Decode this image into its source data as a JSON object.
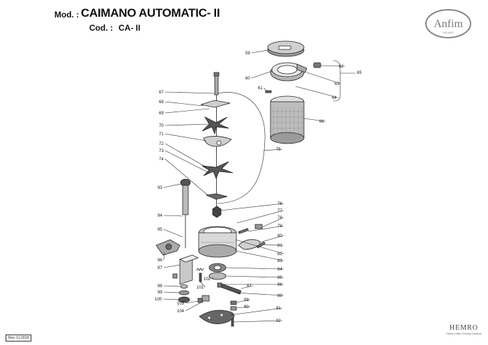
{
  "header": {
    "mod_label": "Mod. :",
    "mod_value": "CAIMANO AUTOMATIC- II",
    "cod_label": "Cod. :",
    "cod_value": "CA- II"
  },
  "logo": {
    "text": "Anfim",
    "sub": "MILANO"
  },
  "footer": {
    "revision": "Rev. 11-2019",
    "hemro": "HEMRO",
    "hemro_tagline": "Global Coffee Grinding Solutions"
  },
  "callouts": [
    "59",
    "60",
    "61",
    "62",
    "63",
    "64",
    "65",
    "66",
    "67",
    "68",
    "69",
    "70",
    "71",
    "72",
    "73",
    "74",
    "75",
    "76",
    "77",
    "78",
    "79",
    "80",
    "81",
    "82",
    "83",
    "84",
    "85",
    "86",
    "87",
    "88",
    "89",
    "90",
    "91",
    "92",
    "93",
    "94",
    "95",
    "96",
    "97",
    "98",
    "99",
    "100",
    "101",
    "102",
    "103",
    "104"
  ]
}
